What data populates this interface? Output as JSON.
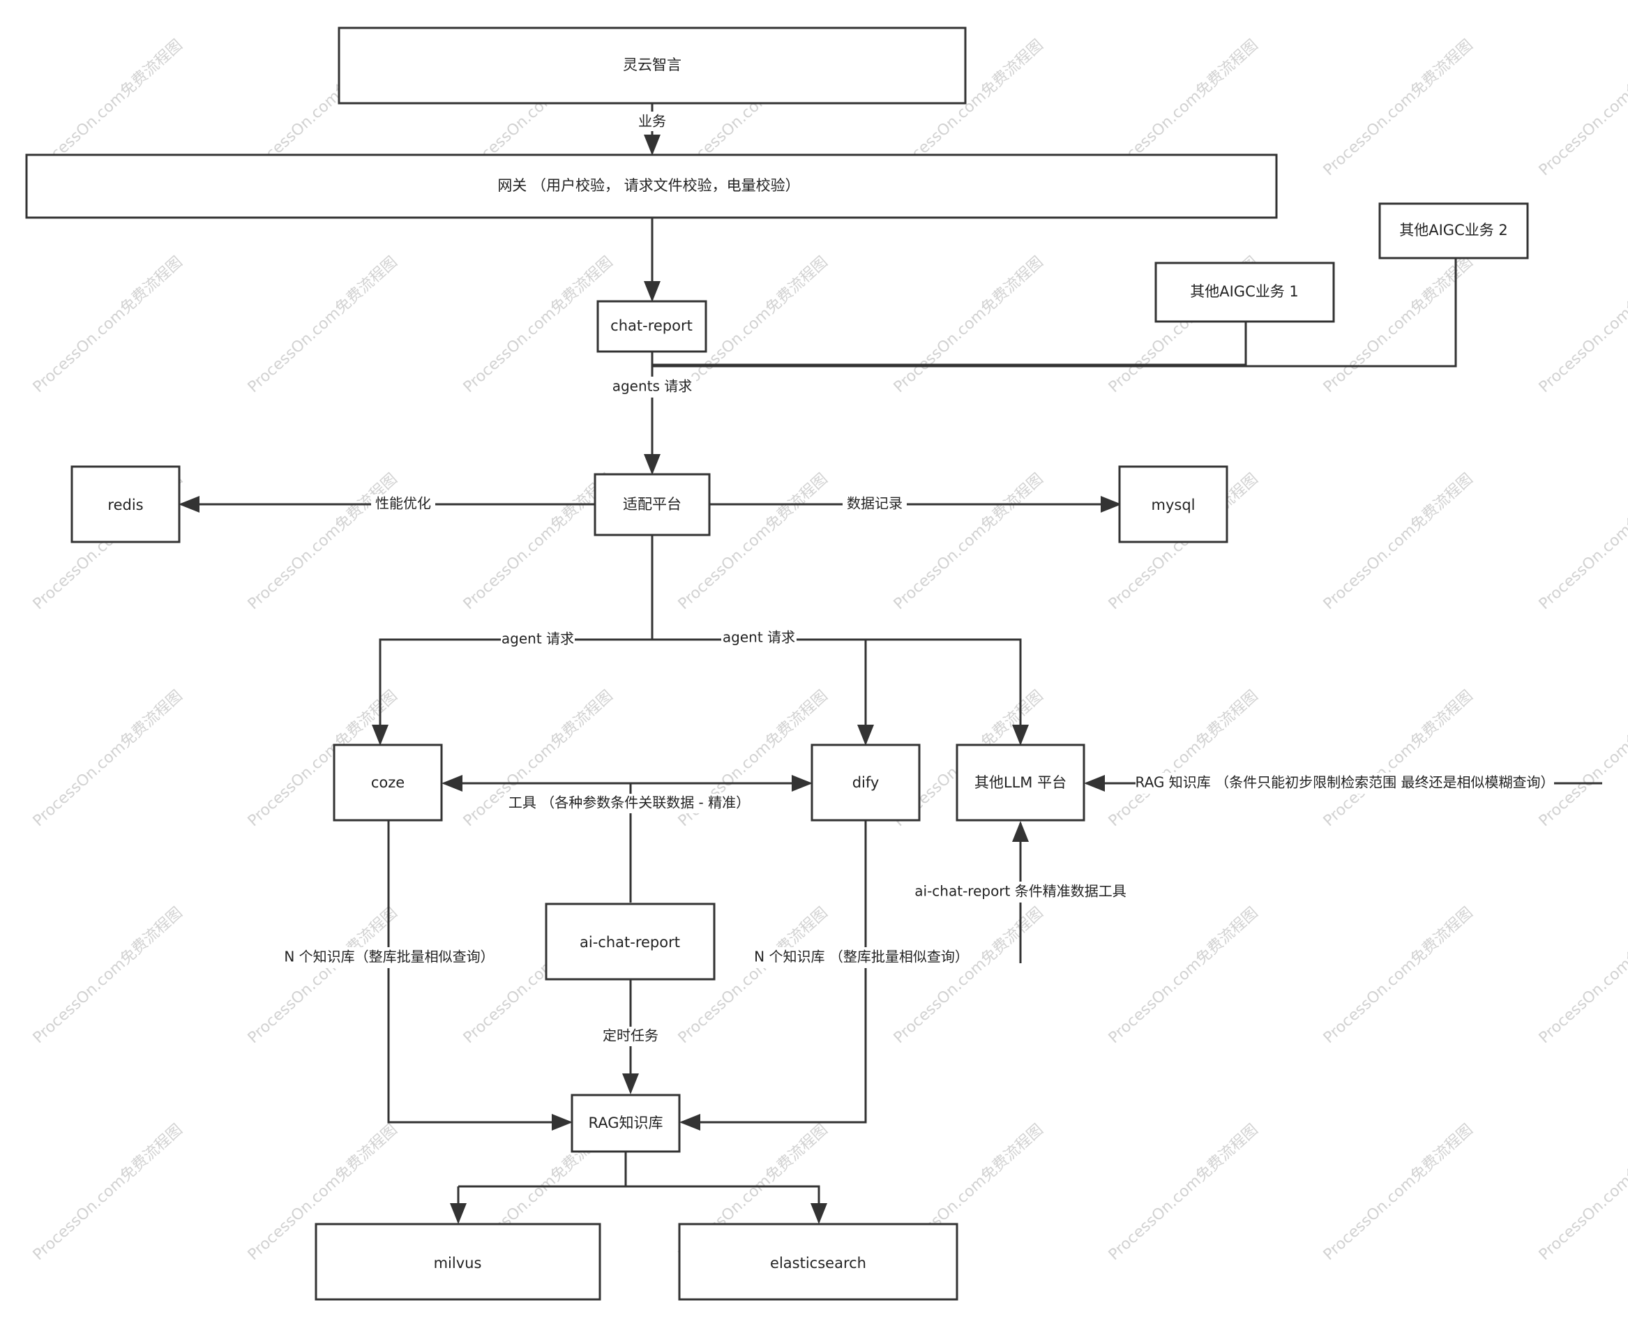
{
  "colors": {
    "stroke": "#333333",
    "text": "#222222",
    "watermark": "#d2d2d2",
    "background": "#ffffff"
  },
  "watermark": "ProcessOn.com免费流程图",
  "nodes": {
    "lingyun": "灵云智言",
    "gateway": "网关 （用户校验， 请求文件校验，电量校验）",
    "aigc2": "其他AIGC业务 2",
    "aigc1": "其他AIGC业务 1",
    "chat_report": "chat-report",
    "redis": "redis",
    "adapter": "适配平台",
    "mysql": "mysql",
    "coze": "coze",
    "dify": "dify",
    "other_llm": "其他LLM 平台",
    "ai_chat_report": "ai-chat-report",
    "rag": "RAG知识库",
    "milvus": "milvus",
    "es": "elasticsearch"
  },
  "edges": {
    "business": "业务",
    "agents_request": "agents 请求",
    "perf": "性能优化",
    "datalog": "数据记录",
    "agent_req_left": "agent 请求",
    "agent_req_right": "agent 请求",
    "tools": "工具 （各种参数条件关联数据 - 精准）",
    "rag_other": "RAG 知识库 （条件只能初步限制检索范围 最终还是相似模糊查询）",
    "ai_precise": "ai-chat-report 条件精准数据工具",
    "n_kb_left": "N 个知识库（整库批量相似查询）",
    "n_kb_right": "N 个知识库 （整库批量相似查询）",
    "timer": "定时任务"
  }
}
